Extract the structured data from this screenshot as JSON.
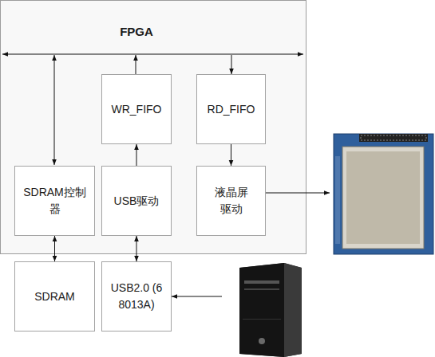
{
  "diagram": {
    "nodes": [
      {
        "text": [
          "FPGA"
        ]
      },
      {
        "text": [
          "WR_FIFO"
        ],
        "in": 0
      },
      {
        "text": [
          "RD_FIFO"
        ],
        "in": 0
      },
      {
        "text": [
          "SDRAM控制器"
        ],
        "in": 0
      },
      {
        "text": [
          "USB驱动"
        ],
        "in": 0
      },
      {
        "text": [
          "液晶屏驱动"
        ],
        "in": 0
      },
      {
        "text": [
          "SDRAM"
        ]
      },
      {
        "text": [
          "USB2.0 (68013A)"
        ]
      }
    ],
    "edges": [
      {
        "from": 4,
        "to": 1,
        "arrow": "to"
      },
      {
        "from": 2,
        "to": 5,
        "arrow": "to"
      },
      {
        "from": 3,
        "to": 6,
        "arrow": "both"
      },
      {
        "from": 4,
        "to": 7,
        "arrow": "both"
      }
    ]
  }
}
